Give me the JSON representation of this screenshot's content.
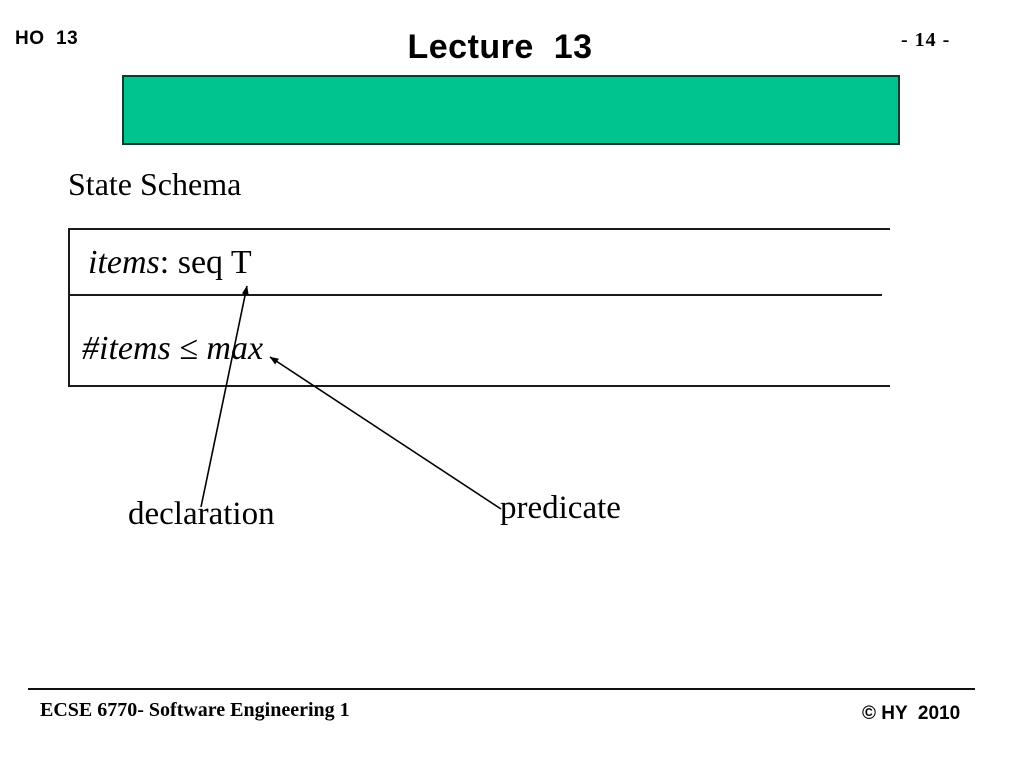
{
  "header": {
    "handout_label": "HO  13",
    "title": "Lecture  13",
    "page_number": "- 14 -"
  },
  "slide": {
    "heading": "State Schema",
    "schema": {
      "declaration_var": "items",
      "declaration_rest": ": seq T",
      "predicate_text": "#items ≤ max"
    },
    "annotations": {
      "declaration_label": "declaration",
      "predicate_label": "predicate"
    }
  },
  "footer": {
    "course": "ECSE 6770- Software Engineering 1",
    "copyright": "© HY  2010"
  },
  "colors": {
    "banner_fill": "#00C48F",
    "banner_border": "#0E3A31"
  }
}
